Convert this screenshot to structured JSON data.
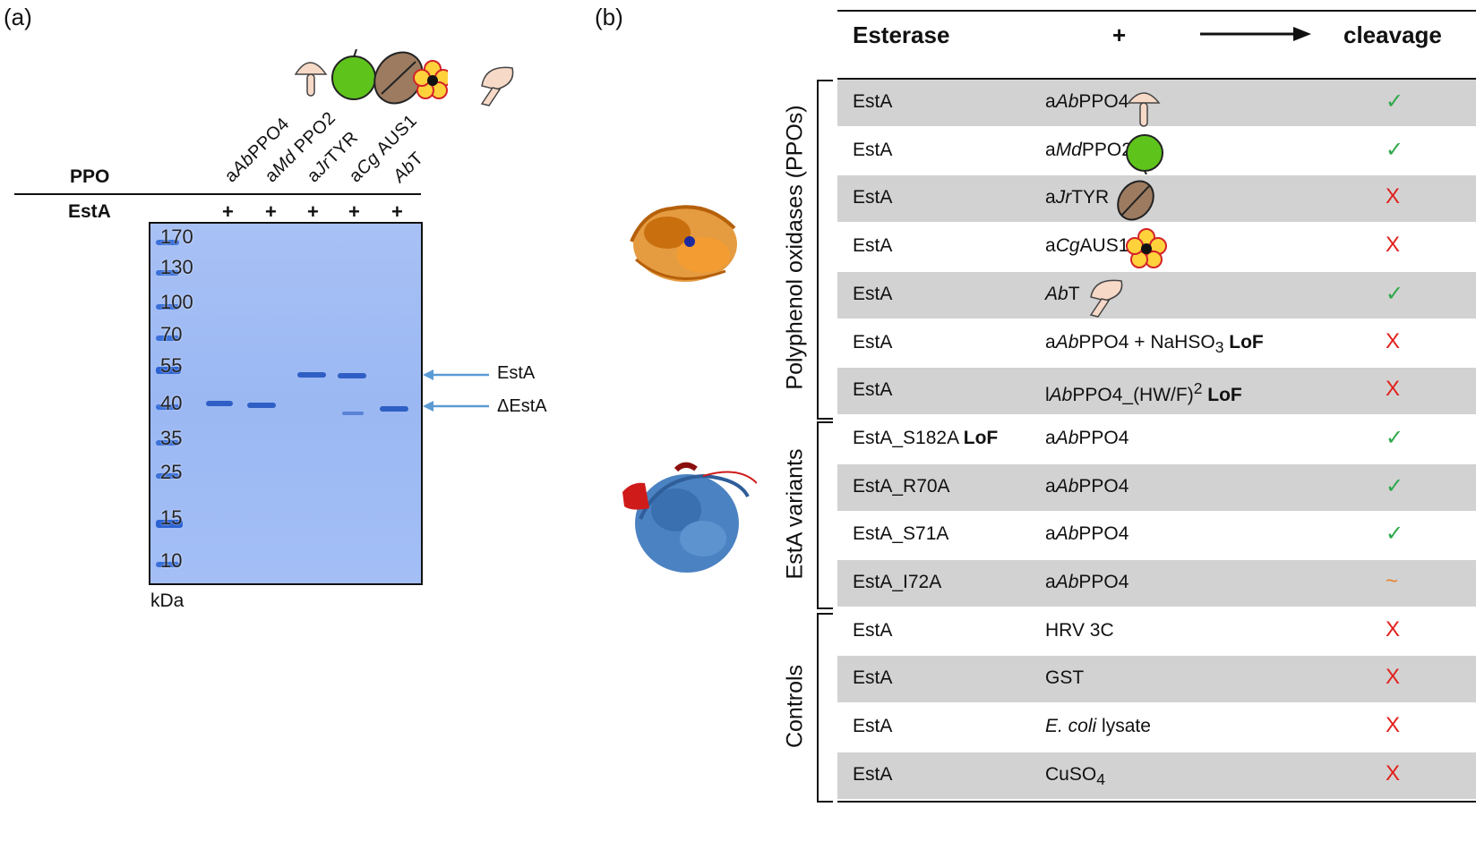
{
  "panel_a": {
    "label": "(a)",
    "ppo_label": "PPO",
    "esta_label": "EstA",
    "lanes": [
      {
        "pre": "a",
        "ital": "Ab",
        "post": "PPO4",
        "plus": "+"
      },
      {
        "pre": "a",
        "ital": "Md",
        "post": " PPO2",
        "plus": "+"
      },
      {
        "pre": "a",
        "ital": "Jr",
        "post": "TYR",
        "plus": "+"
      },
      {
        "pre": "a",
        "ital": "Cg",
        "post": " AUS1",
        "plus": "+"
      },
      {
        "pre": "",
        "ital": "Ab",
        "post": "T",
        "plus": "+"
      }
    ],
    "markers": [
      "170",
      "130",
      "100",
      "70",
      "55",
      "40",
      "35",
      "25",
      "15",
      "10"
    ],
    "unit": "kDa",
    "band_labels": {
      "esta": "EstA",
      "delta_esta": "ΔEstA"
    },
    "gel_color": "#9bb8f3"
  },
  "panel_b": {
    "label": "(b)",
    "header": {
      "esterase": "Esterase",
      "plus": "+",
      "cleavage": "cleavage"
    },
    "groups": {
      "ppos": "Polyphenol oxidases (PPOs)",
      "variants": "EstA variants",
      "controls": "Controls"
    },
    "rows": [
      {
        "esterase": "EstA",
        "partner_html": "a<i>Ab</i>PPO4",
        "icon": "mushroom",
        "result": "✓",
        "type": "yes"
      },
      {
        "esterase": "EstA",
        "partner_html": "a<i>Md</i>PPO2",
        "icon": "apple",
        "result": "✓",
        "type": "yes"
      },
      {
        "esterase": "EstA",
        "partner_html": "a<i>Jr</i>TYR",
        "icon": "walnut",
        "result": "X",
        "type": "no"
      },
      {
        "esterase": "EstA",
        "partner_html": "a<i>Cg</i>AUS1",
        "icon": "flower",
        "result": "X",
        "type": "no"
      },
      {
        "esterase": "EstA",
        "partner_html": "<i>Ab</i>T",
        "icon": "mushroom-side",
        "result": "✓",
        "type": "yes"
      },
      {
        "esterase": "EstA",
        "partner_html": "a<i>Ab</i>PPO4 + NaHSO<sub>3</sub> <b>LoF</b>",
        "icon": "",
        "result": "X",
        "type": "no"
      },
      {
        "esterase": "EstA",
        "partner_html": "l<i>Ab</i>PPO4_(HW/F)<sup>2</sup> <b>LoF</b>",
        "icon": "",
        "result": "X",
        "type": "no"
      },
      {
        "esterase_html": "EstA_S182A <b>LoF</b>",
        "partner_html": "a<i>Ab</i>PPO4",
        "icon": "",
        "result": "✓",
        "type": "yes"
      },
      {
        "esterase": "EstA_R70A",
        "partner_html": "a<i>Ab</i>PPO4",
        "icon": "",
        "result": "✓",
        "type": "yes"
      },
      {
        "esterase": "EstA_S71A",
        "partner_html": "a<i>Ab</i>PPO4",
        "icon": "",
        "result": "✓",
        "type": "yes"
      },
      {
        "esterase": "EstA_I72A",
        "partner_html": "a<i>Ab</i>PPO4",
        "icon": "",
        "result": "~",
        "type": "partial"
      },
      {
        "esterase": "EstA",
        "partner_html": "HRV 3C",
        "icon": "",
        "result": "X",
        "type": "no"
      },
      {
        "esterase": "EstA",
        "partner_html": "GST",
        "icon": "",
        "result": "X",
        "type": "no"
      },
      {
        "esterase": "EstA",
        "partner_html": "<i>E. coli</i> lysate",
        "icon": "",
        "result": "X",
        "type": "no"
      },
      {
        "esterase": "EstA",
        "partner_html": "CuSO<sub>4</sub>",
        "icon": "",
        "result": "X",
        "type": "no"
      }
    ],
    "colors": {
      "yes": "#2ea84a",
      "no": "#e0201b",
      "partial": "#e8822a",
      "shade": "#d2d2d2"
    }
  }
}
